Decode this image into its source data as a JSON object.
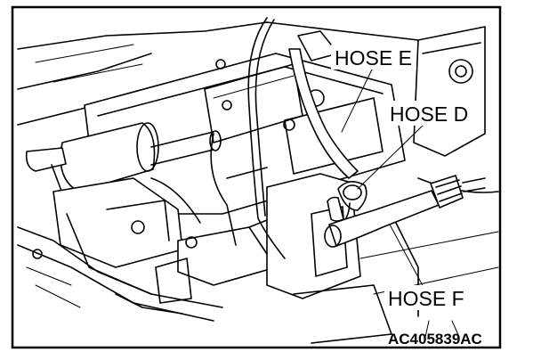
{
  "labels": {
    "hose_e": "HOSE E",
    "hose_d": "HOSE D",
    "hose_f": "HOSE F",
    "figure_code": "AC405839AC"
  },
  "colors": {
    "ink": "#000000",
    "paper": "#ffffff"
  }
}
